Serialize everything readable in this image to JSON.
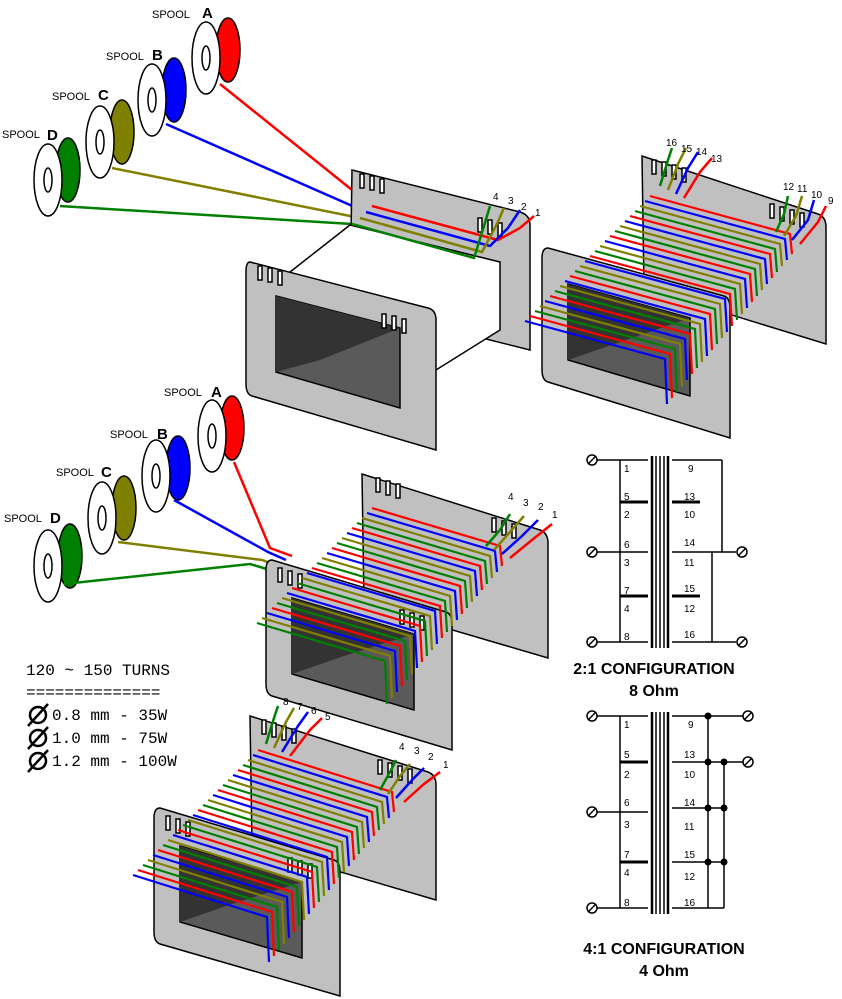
{
  "spool_prefix": "SPOOL",
  "spools": [
    {
      "letter": "A",
      "color": "#ff0000"
    },
    {
      "letter": "B",
      "color": "#0000ff"
    },
    {
      "letter": "C",
      "color": "#808000"
    },
    {
      "letter": "D",
      "color": "#008000"
    }
  ],
  "bobbin1_pins": [
    "4",
    "3",
    "2",
    "1"
  ],
  "bobbin2_pins_top": [
    "16",
    "15",
    "14",
    "13"
  ],
  "bobbin2_pins_right": [
    "12",
    "11",
    "10",
    "9"
  ],
  "bobbin3_pins": [
    "4",
    "3",
    "2",
    "1"
  ],
  "bobbin4_pins_top": [
    "8",
    "7",
    "6",
    "5"
  ],
  "bobbin4_pins_right": [
    "4",
    "3",
    "2",
    "1"
  ],
  "specs": {
    "turns": "120 ~ 150 TURNS",
    "separator": "==============",
    "rows": [
      "0.8 mm -  35W",
      "1.0 mm -  75W",
      "1.2 mm - 100W"
    ]
  },
  "config_2to1": {
    "left_pins": [
      "1",
      "5",
      "2",
      "6",
      "3",
      "7",
      "4",
      "8"
    ],
    "right_pins": [
      "9",
      "13",
      "10",
      "14",
      "11",
      "15",
      "12",
      "16"
    ],
    "title": "2:1 CONFIGURATION",
    "subtitle": "8 Ohm"
  },
  "config_4to1": {
    "left_pins": [
      "1",
      "5",
      "2",
      "6",
      "3",
      "7",
      "4",
      "8"
    ],
    "right_pins": [
      "9",
      "13",
      "10",
      "14",
      "11",
      "15",
      "12",
      "16"
    ],
    "title": "4:1 CONFIGURATION",
    "subtitle": "4 Ohm"
  }
}
